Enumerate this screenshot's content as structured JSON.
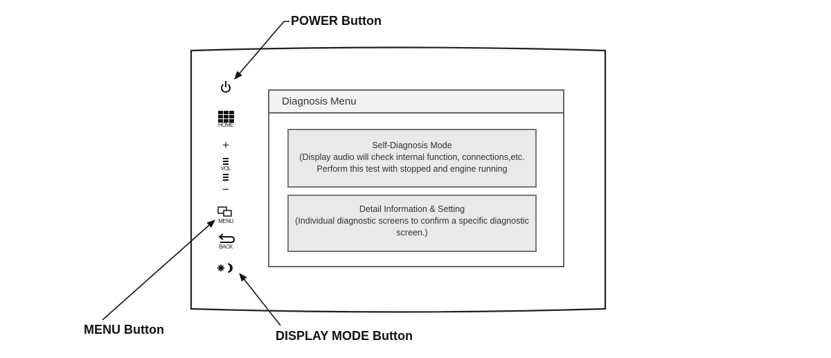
{
  "callouts": {
    "power": "POWER Button",
    "menu": "MENU Button",
    "display_mode": "DISPLAY MODE Button"
  },
  "side_buttons": {
    "home_label": "HOME",
    "vol_label": "VOL",
    "vol_plus": "+",
    "vol_minus": "−",
    "menu_label": "MENU",
    "back_label": "BACK",
    "icons": [
      "power-icon",
      "home-grid-icon",
      "volume-icon",
      "menu-windows-icon",
      "back-arrow-icon",
      "sun-moon-icon"
    ]
  },
  "screen": {
    "title": "Diagnosis Menu",
    "items": [
      {
        "title": "Self-Diagnosis Mode",
        "line1": "(Display audio will check internal function, connections,etc.",
        "line2": "Perform this test with stopped and engine running"
      },
      {
        "title": "Detail Information & Setting",
        "line1": "(Individual diagnostic screens to confirm a specific diagnostic screen.)"
      }
    ]
  },
  "colors": {
    "line": "#111111",
    "panel_fill": "#f2f2f2",
    "button_fill": "#e9e9e9"
  }
}
